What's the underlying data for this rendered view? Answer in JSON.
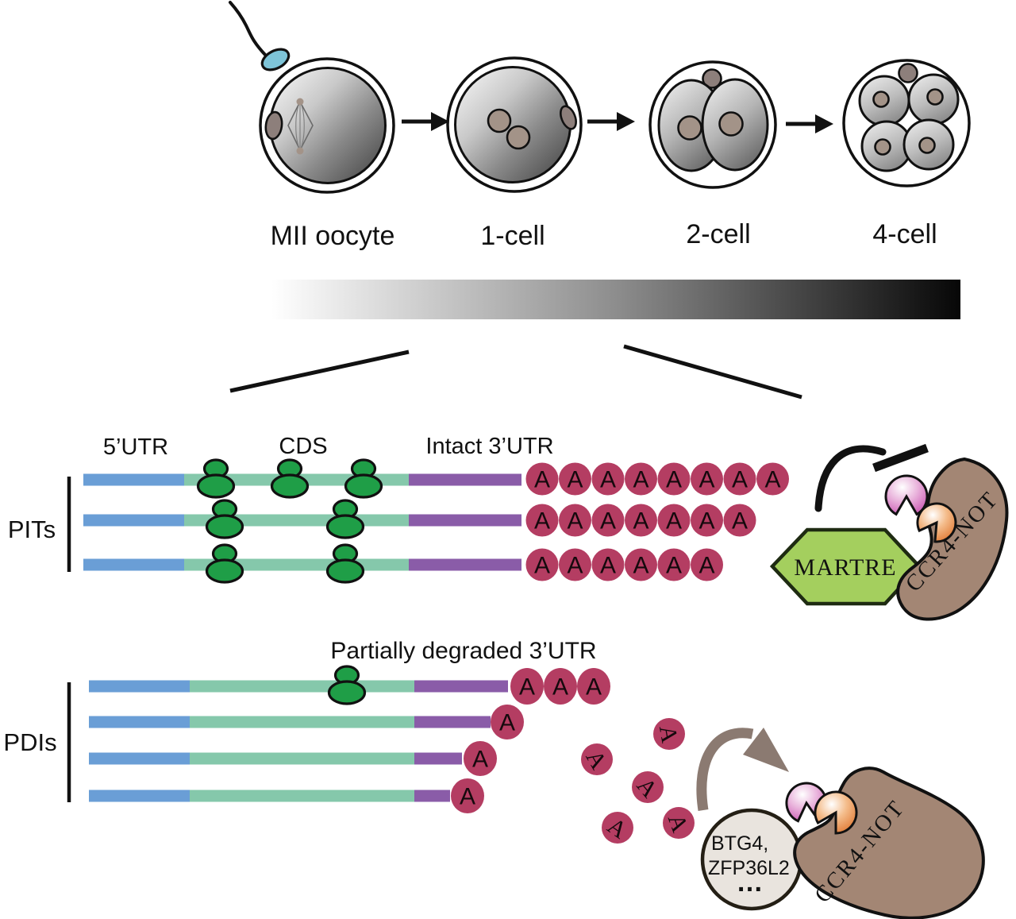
{
  "colors": {
    "blue": "#6a9ed6",
    "teal": "#85c8ab",
    "purple": "#8a5ca8",
    "polya": "#b43d62",
    "green": "#1f9e47",
    "martre": "#a4cf5e",
    "brown": "#a38674",
    "pink": "#cb5cb4",
    "orange": "#e07a35",
    "arrowGray": "#8b7a71",
    "btgFill": "#e9e4de",
    "cellNucleus": "#a39388",
    "polarBody": "#8d7f7b",
    "spermBlue": "#7ec4d8"
  },
  "stages": [
    {
      "label": "MII oocyte"
    },
    {
      "label": "1-cell"
    },
    {
      "label": "2-cell"
    },
    {
      "label": "4-cell"
    }
  ],
  "region_labels": {
    "utr5": "5’UTR",
    "cds": "CDS",
    "intact_3utr": "Intact 3’UTR",
    "partial_3utr": "Partially degraded 3’UTR"
  },
  "polyA_letter": "A",
  "groups": {
    "pits": {
      "label": "PITs",
      "rows": [
        {
          "polyA": 8,
          "ribosomes": 3
        },
        {
          "polyA": 7,
          "ribosomes": 2
        },
        {
          "polyA": 6,
          "ribosomes": 2
        }
      ]
    },
    "pdis": {
      "label": "PDIs",
      "rows": [
        {
          "polyA": 3,
          "ribosomes": 1
        },
        {
          "polyA": 1,
          "ribosomes": 0
        },
        {
          "polyA": 1,
          "ribosomes": 0
        },
        {
          "polyA": 1,
          "ribosomes": 0
        }
      ],
      "released_polyA_count": 5
    }
  },
  "proteins": {
    "martre": "MARTRE",
    "ccr4not": "CCR4-NOT",
    "deadenylase_line1": "BTG4,",
    "deadenylase_line2": "ZFP36L2",
    "deadenylase_more": "…"
  }
}
